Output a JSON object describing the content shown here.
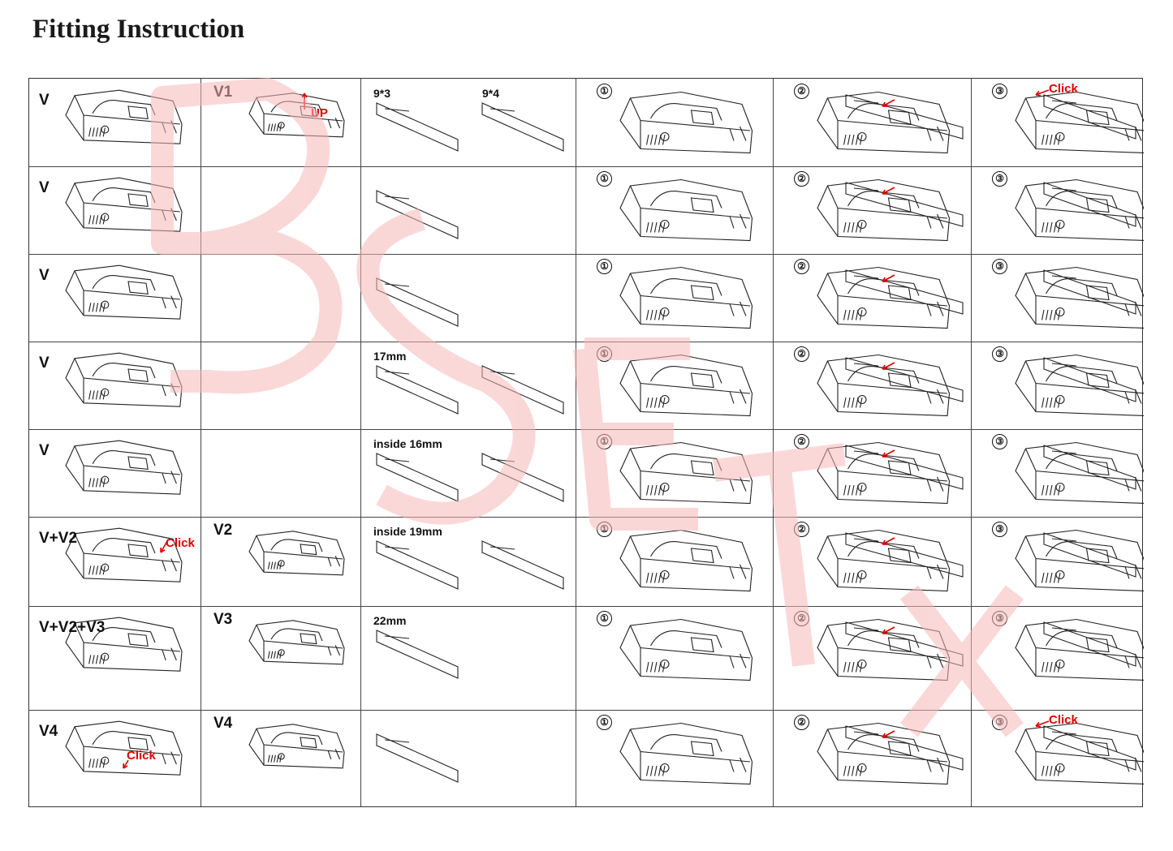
{
  "title": "Fitting Instruction",
  "watermark_color": "#f7b8b8",
  "accent_color": "#e00000",
  "rows": [
    {
      "c1": "V",
      "c2": "V1",
      "c2_note": "UP",
      "c3_a": "9*3",
      "c3_b": "9*4",
      "s1": "①",
      "s2": "②",
      "s3": "③",
      "s3_note": "Click"
    },
    {
      "c1": "V",
      "c2": "",
      "c3_a": "",
      "s1": "①",
      "s2": "②",
      "s3": "③"
    },
    {
      "c1": "V",
      "c2": "",
      "c3_a": "",
      "s1": "①",
      "s2": "②",
      "s3": "③"
    },
    {
      "c1": "V",
      "c2": "",
      "c3_a": "17mm",
      "s1": "①",
      "s2": "②",
      "s3": "③"
    },
    {
      "c1": "V",
      "c2": "",
      "c3_a": "inside 16mm",
      "s1": "①",
      "s2": "②",
      "s3": "③"
    },
    {
      "c1": "V+V2",
      "c1_note": "Click",
      "c2": "V2",
      "c3_a": "inside 19mm",
      "s1": "①",
      "s2": "②",
      "s3": "③"
    },
    {
      "c1": "V+V2+V3",
      "c2": "V3",
      "c3_a": "22mm",
      "s1": "①",
      "s2": "②",
      "s3": "③"
    },
    {
      "c1": "V4",
      "c1_note": "Click",
      "c2": "V4",
      "c3_a": "",
      "s1": "①",
      "s2": "②",
      "s3": "③",
      "s3_note": "Click"
    }
  ]
}
